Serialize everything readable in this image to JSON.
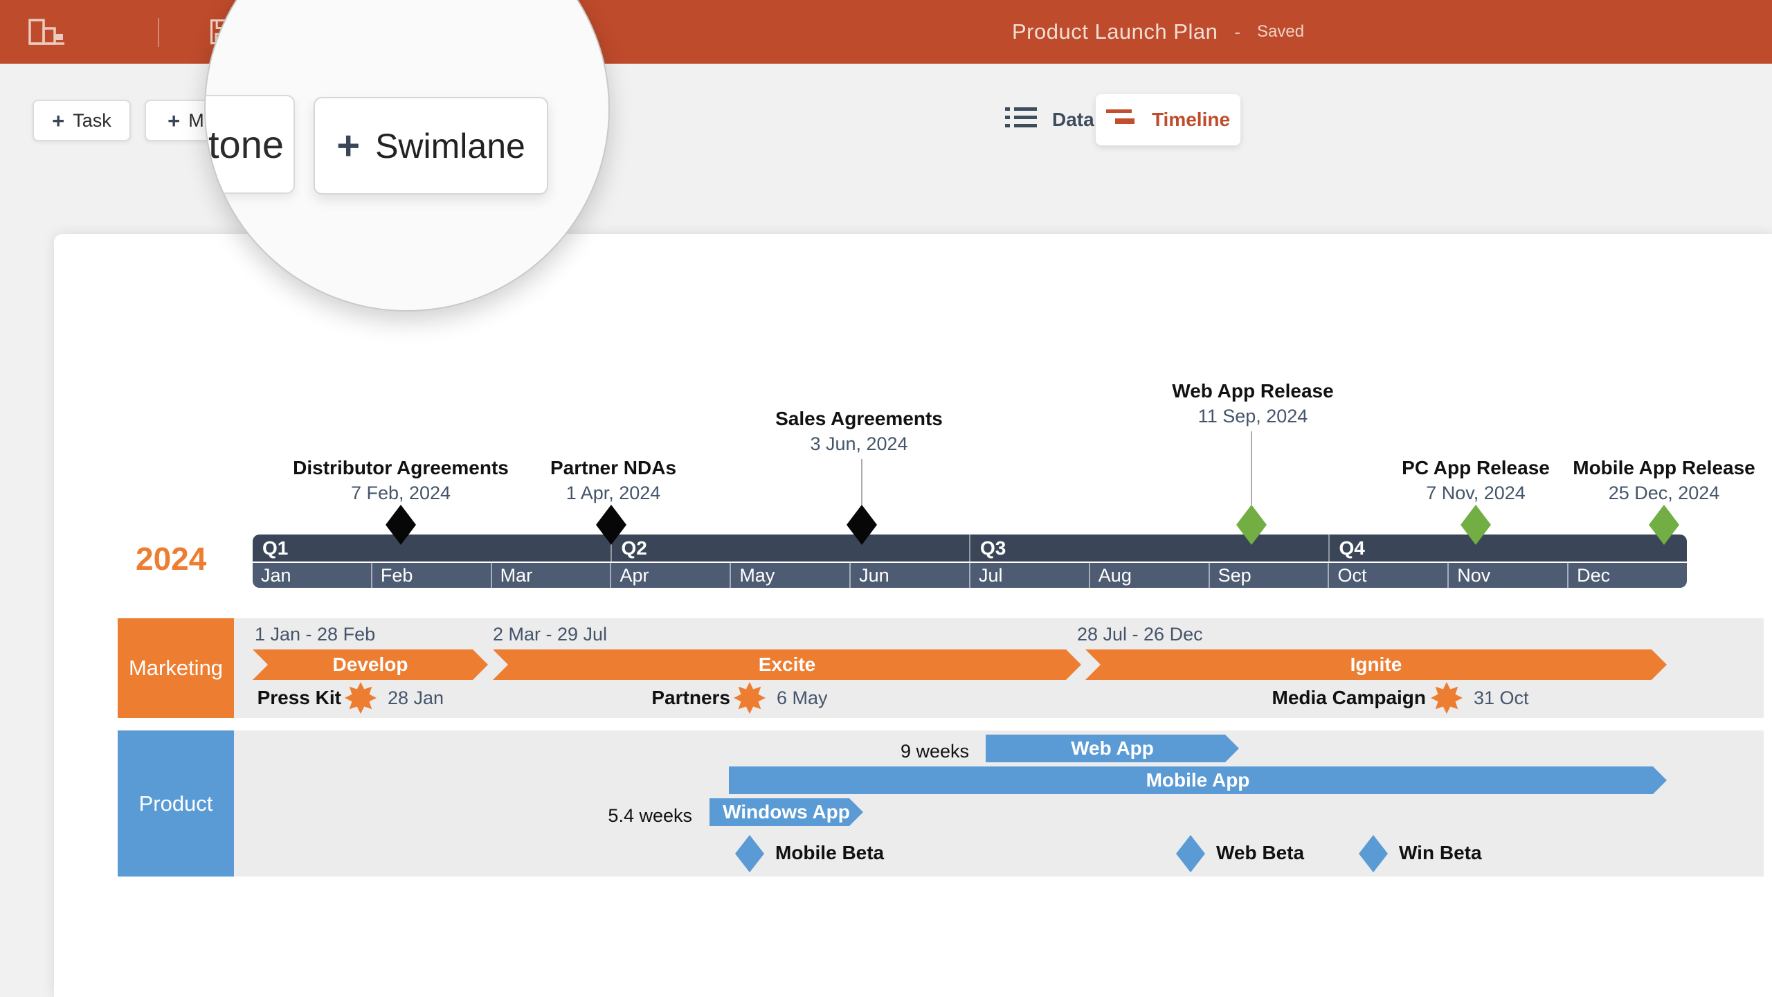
{
  "header": {
    "title": "Product Launch Plan",
    "separator": "-",
    "status": "Saved"
  },
  "toolbar": {
    "plus": "+",
    "task": "Task",
    "milestone": "Milestone",
    "milestone_zoom_fragment": "tone",
    "swimlane": "Swimlane",
    "data": "Data",
    "timeline": "Timeline"
  },
  "timeline": {
    "year": "2024",
    "quarters": [
      "Q1",
      "Q2",
      "Q3",
      "Q4"
    ],
    "months": [
      "Jan",
      "Feb",
      "Mar",
      "Apr",
      "May",
      "Jun",
      "Jul",
      "Aug",
      "Sep",
      "Oct",
      "Nov",
      "Dec"
    ],
    "milestones": [
      {
        "title": "Distributor Agreements",
        "date": "7 Feb, 2024",
        "color": "black"
      },
      {
        "title": "Partner NDAs",
        "date": "1 Apr, 2024",
        "color": "black"
      },
      {
        "title": "Sales Agreements",
        "date": "3 Jun, 2024",
        "color": "black"
      },
      {
        "title": "Web App Release",
        "date": "11 Sep, 2024",
        "color": "green"
      },
      {
        "title": "PC App Release",
        "date": "7 Nov, 2024",
        "color": "green"
      },
      {
        "title": "Mobile App Release",
        "date": "25 Dec, 2024",
        "color": "green"
      }
    ],
    "swimlanes": [
      {
        "name": "Marketing",
        "ranges": [
          "1 Jan - 28 Feb",
          "2 Mar - 29 Jul",
          "28 Jul - 26 Dec"
        ],
        "tasks": [
          "Develop",
          "Excite",
          "Ignite"
        ],
        "milestones": [
          {
            "label": "Press Kit",
            "date": "28 Jan"
          },
          {
            "label": "Partners",
            "date": "6 May"
          },
          {
            "label": "Media Campaign",
            "date": "31 Oct"
          }
        ]
      },
      {
        "name": "Product",
        "tasks": [
          {
            "label": "Web App",
            "duration": "9 weeks"
          },
          {
            "label": "Mobile App",
            "duration": ""
          },
          {
            "label": "Windows App",
            "duration": "5.4 weeks"
          }
        ],
        "milestones": [
          {
            "label": "Mobile Beta"
          },
          {
            "label": "Web Beta"
          },
          {
            "label": "Win Beta"
          }
        ]
      }
    ]
  },
  "colors": {
    "header_bg": "#BE4B2B",
    "accent": "#BE4B2B",
    "orange": "#ED7D31",
    "blue": "#5B9BD5",
    "green": "#72AE43",
    "band_dark": "#3A4657",
    "band_mid": "#4D5C73",
    "date_text": "#44546A",
    "lane_bg": "#ECECEC"
  }
}
